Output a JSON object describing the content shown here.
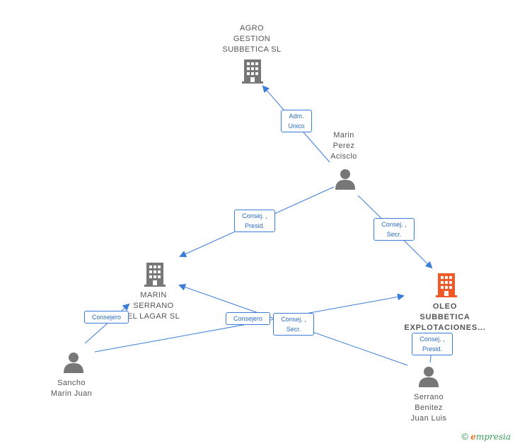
{
  "nodes": {
    "agro": {
      "lines": [
        "AGRO",
        "GESTION",
        "SUBBETICA  SL"
      ],
      "icon": "building-icon",
      "color": "#777777"
    },
    "marin_perez": {
      "lines": [
        "Marin",
        "Perez",
        "Acisclo"
      ],
      "icon": "person-icon",
      "color": "#777777"
    },
    "marin_serrano": {
      "lines": [
        "MARIN",
        "SERRANO",
        "EL LAGAR SL"
      ],
      "icon": "building-icon",
      "color": "#777777"
    },
    "oleo": {
      "lines": [
        "OLEO",
        "SUBBETICA",
        "EXPLOTACIONES..."
      ],
      "icon": "building-icon",
      "color": "#ef5a28"
    },
    "sancho": {
      "lines": [
        "Sancho",
        "Marin Juan"
      ],
      "icon": "person-icon",
      "color": "#777777"
    },
    "serrano": {
      "lines": [
        "Serrano",
        "Benitez",
        "Juan Luis"
      ],
      "icon": "person-icon",
      "color": "#777777"
    }
  },
  "roles": {
    "adm_unico": [
      "Adm.",
      "Unico"
    ],
    "consej_presid_1": [
      "Consej. ,",
      "Presid."
    ],
    "consej_secr_1": [
      "Consej. ,",
      "Secr."
    ],
    "consejero_1": [
      "Consejero"
    ],
    "consejero_2": [
      "Consejero"
    ],
    "consej_secr_2": [
      "Consej. ,",
      "Secr."
    ],
    "consej_presid_2": [
      "Consej. ,",
      "Presid."
    ]
  },
  "colors": {
    "edge": "#3b7dd8",
    "focus": "#ef5a28"
  },
  "footer": {
    "copyright_symbol": "©",
    "brand_first": "e",
    "brand_rest": "mpresia"
  }
}
